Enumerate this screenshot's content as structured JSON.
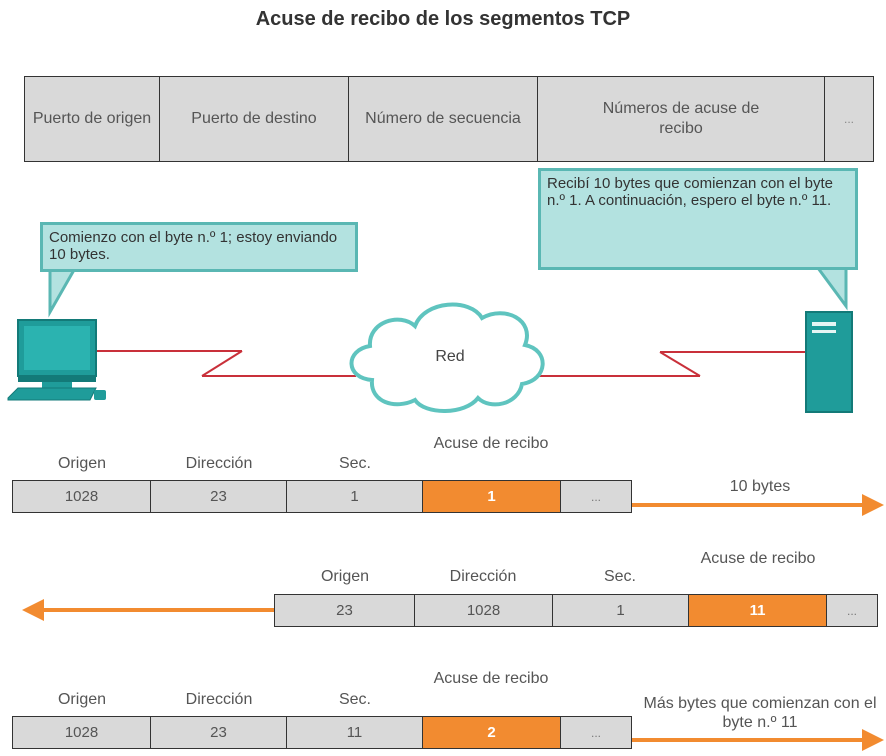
{
  "title": "Acuse de recibo de los segmentos TCP",
  "header": {
    "cells": [
      "Puerto de origen",
      "Puerto de destino",
      "Número de secuencia",
      "Números de acuse de recibo",
      "..."
    ]
  },
  "callouts": {
    "sender": "Comienzo con el byte n.º  1; estoy enviando 10 bytes.",
    "receiver": "Recibí 10 bytes que comienzan con el byte n.º  1. A continuación, espero el byte n.º 11."
  },
  "network": {
    "label": "Red"
  },
  "segment1": {
    "labels": {
      "origin": "Origen",
      "direction": "Dirección",
      "seq": "Sec.",
      "ack": "Acuse de recibo"
    },
    "values": {
      "origin": "1028",
      "direction": "23",
      "seq": "1",
      "ack": "1",
      "more": "..."
    },
    "note": "10 bytes"
  },
  "segment2": {
    "labels": {
      "origin": "Origen",
      "direction": "Dirección",
      "seq": "Sec.",
      "ack": "Acuse de recibo"
    },
    "values": {
      "origin": "23",
      "direction": "1028",
      "seq": "1",
      "ack": "11",
      "more": "..."
    }
  },
  "segment3": {
    "labels": {
      "origin": "Origen",
      "direction": "Dirección",
      "seq": "Sec.",
      "ack": "Acuse de recibo"
    },
    "values": {
      "origin": "1028",
      "direction": "23",
      "seq": "11",
      "ack": "2",
      "more": "..."
    },
    "note": "Más bytes que comienzan con el byte n.º  11"
  },
  "colors": {
    "ack": "#f28b30",
    "arrow": "#f28b30",
    "callout_fill": "#b3e2e0",
    "callout_border": "#5ab7b3",
    "link": "#c9303a",
    "device": "#1f9c9a"
  }
}
